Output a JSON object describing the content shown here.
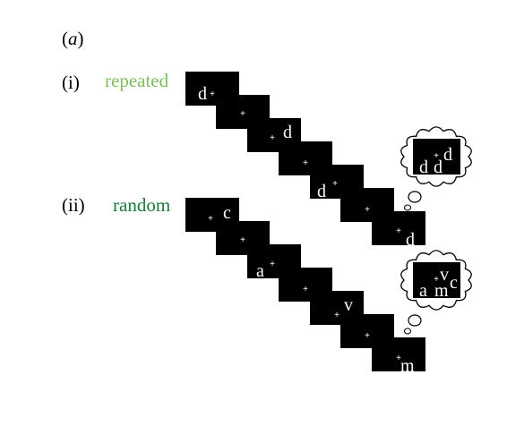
{
  "panel_label": "a",
  "rows": [
    {
      "index_label": "(i)",
      "condition": "repeated",
      "cards": [
        "d",
        "",
        "d",
        "",
        "d",
        "",
        "d"
      ],
      "memory_letters": [
        "d",
        "d",
        "d"
      ]
    },
    {
      "index_label": "(ii)",
      "condition": "random",
      "cards": [
        "c",
        "",
        "a",
        "",
        "v",
        "",
        "m"
      ],
      "memory_letters": [
        "a",
        "m",
        "v",
        "c"
      ]
    }
  ],
  "colors": {
    "repeated": "#7dc05a",
    "random": "#1a7a3c",
    "card": "#000000",
    "card_text": "#ffffff"
  }
}
